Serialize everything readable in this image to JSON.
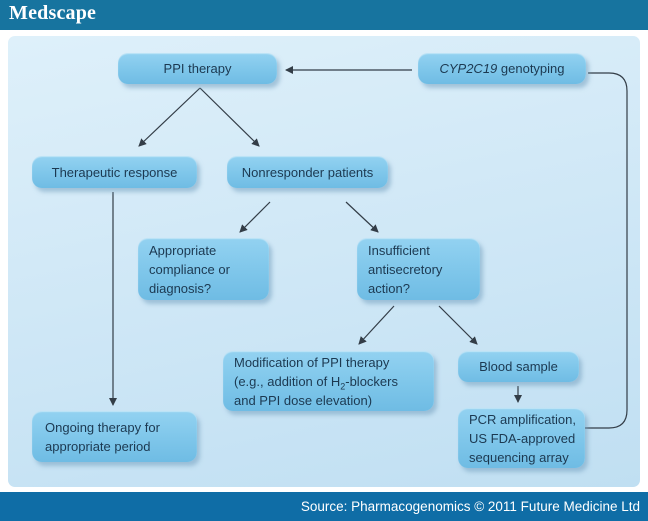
{
  "header": {
    "logo": "Medscape"
  },
  "footer": {
    "source": "Source: Pharmacogenomics © 2011 Future Medicine Ltd"
  },
  "colors": {
    "header_bar": "#17749f",
    "footer_bar": "#0f6da6",
    "panel_background": "#cde7f6",
    "node_fill": "#7ec6ea",
    "node_text": "#1c3951",
    "arrow": "#333d47"
  },
  "flow": {
    "nodes": {
      "ppi_therapy": {
        "label": "PPI therapy"
      },
      "genotyping": {
        "label_italic": "CYP2C19",
        "label_rest": " genotyping"
      },
      "therapeutic_response": {
        "label": "Therapeutic response"
      },
      "nonresponder": {
        "label": "Nonresponder patients"
      },
      "appropriate": {
        "lines": [
          "Appropriate",
          "compliance or",
          "diagnosis?"
        ]
      },
      "insufficient": {
        "lines": [
          "Insufficient",
          "antisecretory",
          "action?"
        ]
      },
      "modification": {
        "line1": "Modification of PPI therapy",
        "line2_pre": "(e.g., addition of H",
        "line2_sub": "2",
        "line2_post": "-blockers",
        "line3": "and PPI dose elevation)"
      },
      "blood_sample": {
        "label": "Blood sample"
      },
      "pcr": {
        "lines": [
          "PCR amplification,",
          "US FDA-approved",
          "sequencing array"
        ]
      },
      "ongoing": {
        "lines": [
          "Ongoing therapy for",
          "appropriate period"
        ]
      }
    },
    "edges": [
      "genotyping -> ppi_therapy",
      "ppi_therapy -> therapeutic_response",
      "ppi_therapy -> nonresponder",
      "nonresponder -> appropriate",
      "nonresponder -> insufficient",
      "insufficient -> modification",
      "insufficient -> blood_sample",
      "blood_sample -> pcr",
      "therapeutic_response -> ongoing",
      "pcr -> genotyping"
    ]
  }
}
